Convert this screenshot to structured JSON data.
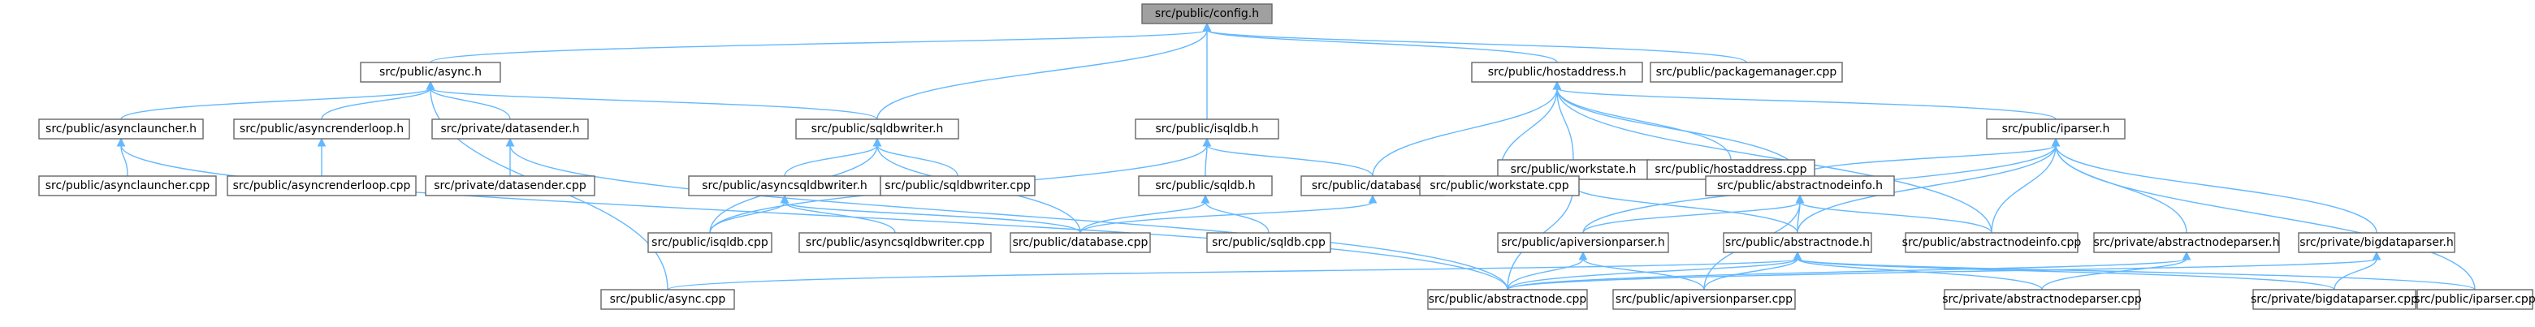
{
  "diagram": {
    "nodes": [
      {
        "id": "config_h",
        "label": "src/public/config.h",
        "root": true
      },
      {
        "id": "async_h",
        "label": "src/public/async.h"
      },
      {
        "id": "sqldbwriter_h",
        "label": "src/public/sqldbwriter.h"
      },
      {
        "id": "isqldb_h",
        "label": "src/public/isqldb.h"
      },
      {
        "id": "hostaddress_h",
        "label": "src/public/hostaddress.h"
      },
      {
        "id": "packagemanager_cpp",
        "label": "src/public/packagemanager.cpp"
      },
      {
        "id": "asynclauncher_h",
        "label": "src/public/asynclauncher.h"
      },
      {
        "id": "asyncrenderloop_h",
        "label": "src/public/asyncrenderloop.h"
      },
      {
        "id": "datasender_h",
        "label": "src/private/datasender.h"
      },
      {
        "id": "workstate_h",
        "label": "src/public/workstate.h"
      },
      {
        "id": "hostaddress_cpp",
        "label": "src/public/hostaddress.cpp"
      },
      {
        "id": "iparser_h",
        "label": "src/public/iparser.h"
      },
      {
        "id": "asynclauncher_cpp",
        "label": "src/public/asynclauncher.cpp"
      },
      {
        "id": "asyncrenderloop_cpp",
        "label": "src/public/asyncrenderloop.cpp"
      },
      {
        "id": "datasender_cpp",
        "label": "src/private/datasender.cpp"
      },
      {
        "id": "asyncsqldbwriter_h",
        "label": "src/public/asyncsqldbwriter.h"
      },
      {
        "id": "sqldbwriter_cpp",
        "label": "src/public/sqldbwriter.cpp"
      },
      {
        "id": "sqldb_h",
        "label": "src/public/sqldb.h"
      },
      {
        "id": "database_h",
        "label": "src/public/database.h"
      },
      {
        "id": "workstate_cpp",
        "label": "src/public/workstate.cpp"
      },
      {
        "id": "abstractnodeinfo_h",
        "label": "src/public/abstractnodeinfo.h"
      },
      {
        "id": "isqldb_cpp",
        "label": "src/public/isqldb.cpp"
      },
      {
        "id": "asyncsqldbwriter_cpp",
        "label": "src/public/asyncsqldbwriter.cpp"
      },
      {
        "id": "database_cpp",
        "label": "src/public/database.cpp"
      },
      {
        "id": "sqldb_cpp",
        "label": "src/public/sqldb.cpp"
      },
      {
        "id": "apiversionparser_h",
        "label": "src/public/apiversionparser.h"
      },
      {
        "id": "abstractnode_h",
        "label": "src/public/abstractnode.h"
      },
      {
        "id": "abstractnodeinfo_cpp",
        "label": "src/public/abstractnodeinfo.cpp"
      },
      {
        "id": "abstractnodeparser_h",
        "label": "src/private/abstractnodeparser.h"
      },
      {
        "id": "bigdataparser_h",
        "label": "src/private/bigdataparser.h"
      },
      {
        "id": "async_cpp",
        "label": "src/public/async.cpp"
      },
      {
        "id": "abstractnode_cpp",
        "label": "src/public/abstractnode.cpp"
      },
      {
        "id": "apiversionparser_cpp",
        "label": "src/public/apiversionparser.cpp"
      },
      {
        "id": "abstractnodeparser_cpp",
        "label": "src/private/abstractnodeparser.cpp"
      },
      {
        "id": "bigdataparser_cpp",
        "label": "src/private/bigdataparser.cpp"
      },
      {
        "id": "iparser_cpp",
        "label": "src/public/iparser.cpp"
      }
    ],
    "edges": [
      [
        "config_h",
        "async_h"
      ],
      [
        "config_h",
        "sqldbwriter_h"
      ],
      [
        "config_h",
        "isqldb_h"
      ],
      [
        "config_h",
        "hostaddress_h"
      ],
      [
        "config_h",
        "packagemanager_cpp"
      ],
      [
        "async_h",
        "asynclauncher_h"
      ],
      [
        "async_h",
        "asyncrenderloop_h"
      ],
      [
        "async_h",
        "datasender_h"
      ],
      [
        "async_h",
        "sqldbwriter_h"
      ],
      [
        "async_h",
        "async_cpp"
      ],
      [
        "asynclauncher_h",
        "asynclauncher_cpp"
      ],
      [
        "asynclauncher_h",
        "abstractnode_cpp"
      ],
      [
        "asyncrenderloop_h",
        "asyncrenderloop_cpp"
      ],
      [
        "datasender_h",
        "datasender_cpp"
      ],
      [
        "datasender_h",
        "abstractnode_cpp"
      ],
      [
        "sqldbwriter_h",
        "asyncsqldbwriter_h"
      ],
      [
        "sqldbwriter_h",
        "sqldbwriter_cpp"
      ],
      [
        "sqldbwriter_h",
        "isqldb_cpp"
      ],
      [
        "sqldbwriter_h",
        "database_cpp"
      ],
      [
        "asyncsqldbwriter_h",
        "isqldb_cpp"
      ],
      [
        "asyncsqldbwriter_h",
        "asyncsqldbwriter_cpp"
      ],
      [
        "asyncsqldbwriter_h",
        "database_cpp"
      ],
      [
        "isqldb_h",
        "sqldb_h"
      ],
      [
        "isqldb_h",
        "database_h"
      ],
      [
        "isqldb_h",
        "isqldb_cpp"
      ],
      [
        "sqldb_h",
        "database_cpp"
      ],
      [
        "sqldb_h",
        "sqldb_cpp"
      ],
      [
        "database_h",
        "database_cpp"
      ],
      [
        "hostaddress_h",
        "database_h"
      ],
      [
        "hostaddress_h",
        "workstate_h"
      ],
      [
        "hostaddress_h",
        "hostaddress_cpp"
      ],
      [
        "hostaddress_h",
        "iparser_h"
      ],
      [
        "hostaddress_h",
        "workstate_cpp"
      ],
      [
        "hostaddress_h",
        "abstractnodeinfo_h"
      ],
      [
        "hostaddress_h",
        "abstractnodeinfo_cpp"
      ],
      [
        "workstate_h",
        "workstate_cpp"
      ],
      [
        "workstate_h",
        "abstractnode_h"
      ],
      [
        "workstate_h",
        "abstractnode_cpp"
      ],
      [
        "iparser_h",
        "abstractnodeinfo_h"
      ],
      [
        "iparser_h",
        "apiversionparser_h"
      ],
      [
        "iparser_h",
        "abstractnode_h"
      ],
      [
        "iparser_h",
        "abstractnodeinfo_cpp"
      ],
      [
        "iparser_h",
        "abstractnodeparser_h"
      ],
      [
        "iparser_h",
        "bigdataparser_h"
      ],
      [
        "iparser_h",
        "iparser_cpp"
      ],
      [
        "abstractnodeinfo_h",
        "apiversionparser_h"
      ],
      [
        "abstractnodeinfo_h",
        "abstractnode_h"
      ],
      [
        "abstractnodeinfo_h",
        "abstractnodeinfo_cpp"
      ],
      [
        "abstractnodeinfo_h",
        "apiversionparser_cpp"
      ],
      [
        "apiversionparser_h",
        "abstractnode_cpp"
      ],
      [
        "apiversionparser_h",
        "apiversionparser_cpp"
      ],
      [
        "abstractnode_h",
        "async_cpp"
      ],
      [
        "abstractnode_h",
        "abstractnode_cpp"
      ],
      [
        "abstractnode_h",
        "apiversionparser_cpp"
      ],
      [
        "abstractnode_h",
        "abstractnodeparser_cpp"
      ],
      [
        "abstractnode_h",
        "bigdataparser_cpp"
      ],
      [
        "abstractnode_h",
        "iparser_cpp"
      ],
      [
        "abstractnodeparser_h",
        "abstractnode_cpp"
      ],
      [
        "abstractnodeparser_h",
        "abstractnodeparser_cpp"
      ],
      [
        "bigdataparser_h",
        "abstractnode_cpp"
      ],
      [
        "bigdataparser_h",
        "bigdataparser_cpp"
      ]
    ]
  }
}
